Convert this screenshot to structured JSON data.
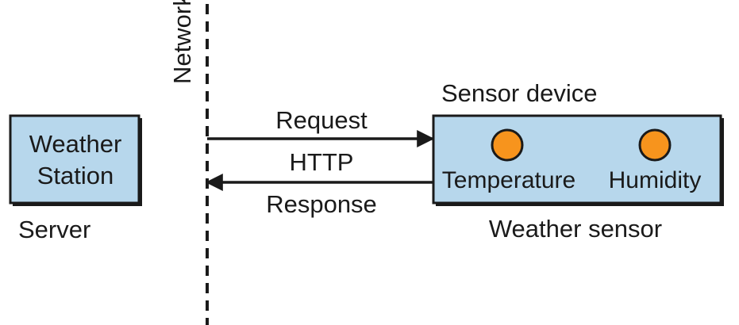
{
  "network": {
    "label": "Network"
  },
  "server": {
    "box_line1": "Weather",
    "box_line2": "Station",
    "caption": "Server"
  },
  "sensor": {
    "title": "Sensor device",
    "caption": "Weather sensor",
    "readings": [
      "Temperature",
      "Humidity"
    ]
  },
  "arrows": {
    "request": "Request",
    "protocol": "HTTP",
    "response": "Response"
  },
  "colors": {
    "box_fill": "#b7d7ec",
    "box_stroke": "#1a1a1a",
    "indicator": "#f7941d",
    "line": "#1a1a1a"
  }
}
